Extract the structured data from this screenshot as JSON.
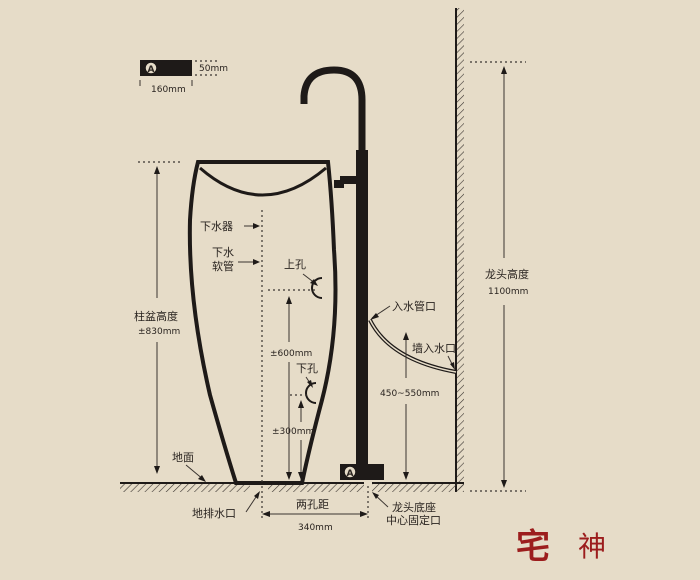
{
  "legend": {
    "symbol": "A",
    "height_text": "50mm",
    "width_text": "160mm"
  },
  "labels": {
    "drain_fitting": "下水器",
    "drain_hose_line1": "下水",
    "drain_hose_line2": "软管",
    "upper_hole": "上孔",
    "lower_hole": "下孔",
    "inlet_port": "入水管口",
    "wall_inlet": "墙入水口",
    "floor": "地面",
    "floor_drain": "地排水口",
    "hole_spacing_line1": "两孔距",
    "faucet_base_line1": "龙头底座",
    "faucet_base_line2": "中心固定口",
    "basin_height_line1": "柱盆高度",
    "faucet_height_line1": "龙头高度",
    "base_symbol": "A"
  },
  "dimensions": {
    "basin_height": "±830mm",
    "faucet_height": "1100mm",
    "upper_hole_height": "±600mm",
    "lower_hole_height": "±300mm",
    "wall_inlet_height": "450~550mm",
    "hole_spacing": "340mm"
  },
  "brand": {
    "logo_char1": "宅",
    "logo_char2": "神",
    "color": "#9c1d1d"
  },
  "colors": {
    "background": "#e6dcc8",
    "line": "#1e1a18",
    "hatch": "#3a3430"
  }
}
